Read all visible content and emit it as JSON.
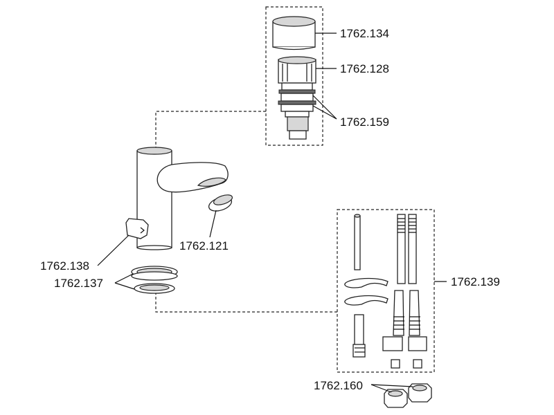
{
  "labels": {
    "cap": "1762.134",
    "cartridge": "1762.128",
    "o_rings": "1762.159",
    "aerator": "1762.121",
    "knob": "1762.138",
    "washers": "1762.137",
    "fixing_kit": "1762.139",
    "nuts": "1762.160"
  }
}
